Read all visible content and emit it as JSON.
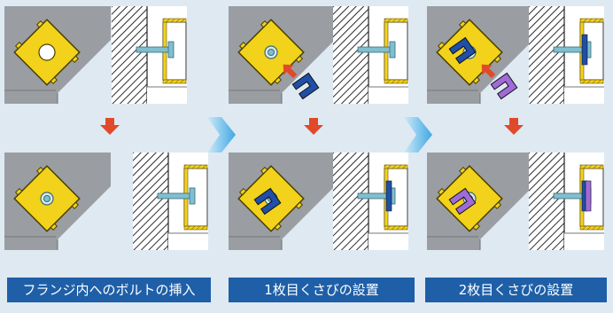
{
  "captions": [
    "フランジ内へのボルトの挿入",
    "1枚目くさびの設置",
    "2枚目くさびの設置"
  ],
  "colors": {
    "background": "#dfe9f2",
    "caption_bg": "#1e5fa8",
    "caption_text": "#ffffff",
    "gray_block": "#9a9ea3",
    "flange_yellow": "#f2d21a",
    "flange_outline": "#4a3f00",
    "hatch": "#2b2b2b",
    "bolt": "#7fbfcf",
    "arrow_red": "#e04a2a",
    "arrow_cyan": "#4fb3e6",
    "wedge1_blue": "#1f4fa8",
    "wedge2_purple": "#a06ad8"
  },
  "icons": {
    "process_arrow": "chevron-right-icon",
    "step_arrow": "arrow-down-icon",
    "push_arrow": "arrow-diagonal-icon"
  }
}
